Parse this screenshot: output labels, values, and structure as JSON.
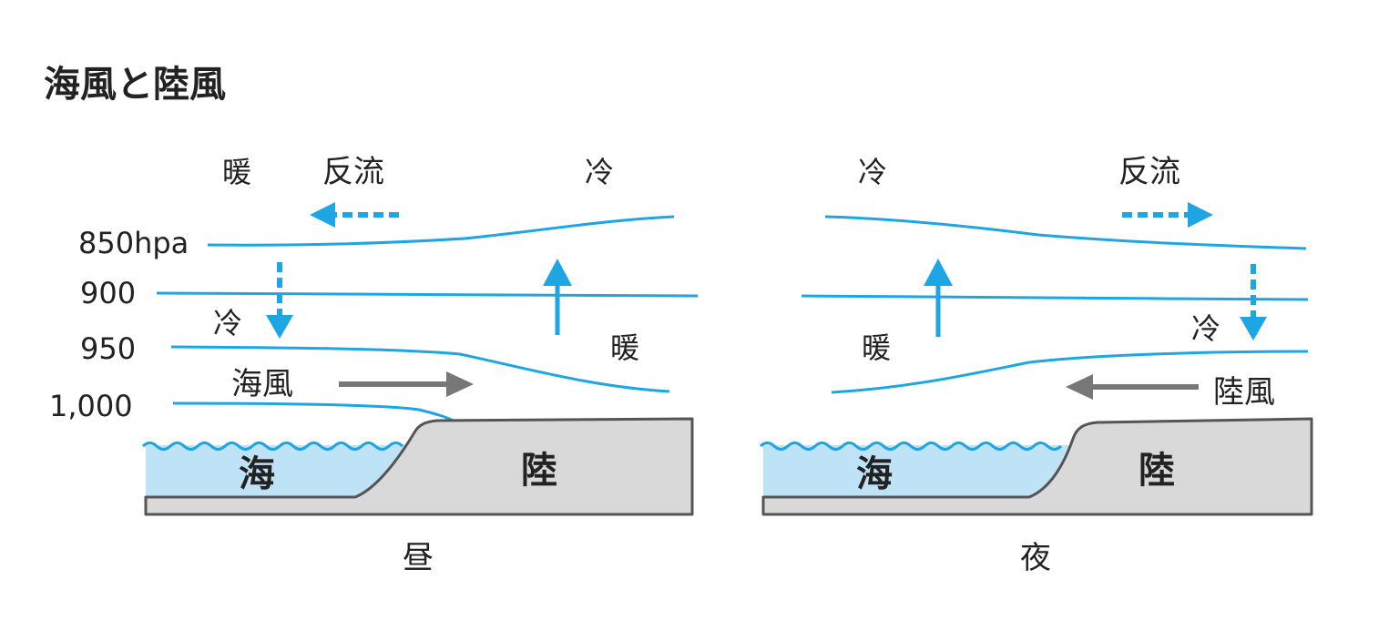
{
  "title": "海風と陸風",
  "colors": {
    "isobar": "#1ea5e3",
    "arrow_blue": "#1ea5e3",
    "arrow_gray": "#777777",
    "sea_fill": "#bfe3f6",
    "land_fill": "#d9d9d9",
    "outline": "#555555",
    "text": "#222222"
  },
  "pressure_levels": [
    "850hpa",
    "900",
    "950",
    "1,000"
  ],
  "day": {
    "caption": "昼",
    "warm_top": "暖",
    "return_flow": "反流",
    "cold_top": "冷",
    "cold_mid": "冷",
    "warm_mid": "暖",
    "wind": "海風",
    "sea": "海",
    "land": "陸"
  },
  "night": {
    "caption": "夜",
    "cold_top": "冷",
    "return_flow": "反流",
    "warm_mid": "暖",
    "cold_mid": "冷",
    "wind": "陸風",
    "sea": "海",
    "land": "陸"
  },
  "icons": {
    "downdraft": "dashed-down-arrow-icon",
    "updraft": "up-arrow-icon",
    "return_flow": "dashed-horizontal-arrow-icon",
    "surface_wind": "gray-horizontal-arrow-icon",
    "wave": "wave-line-icon"
  }
}
